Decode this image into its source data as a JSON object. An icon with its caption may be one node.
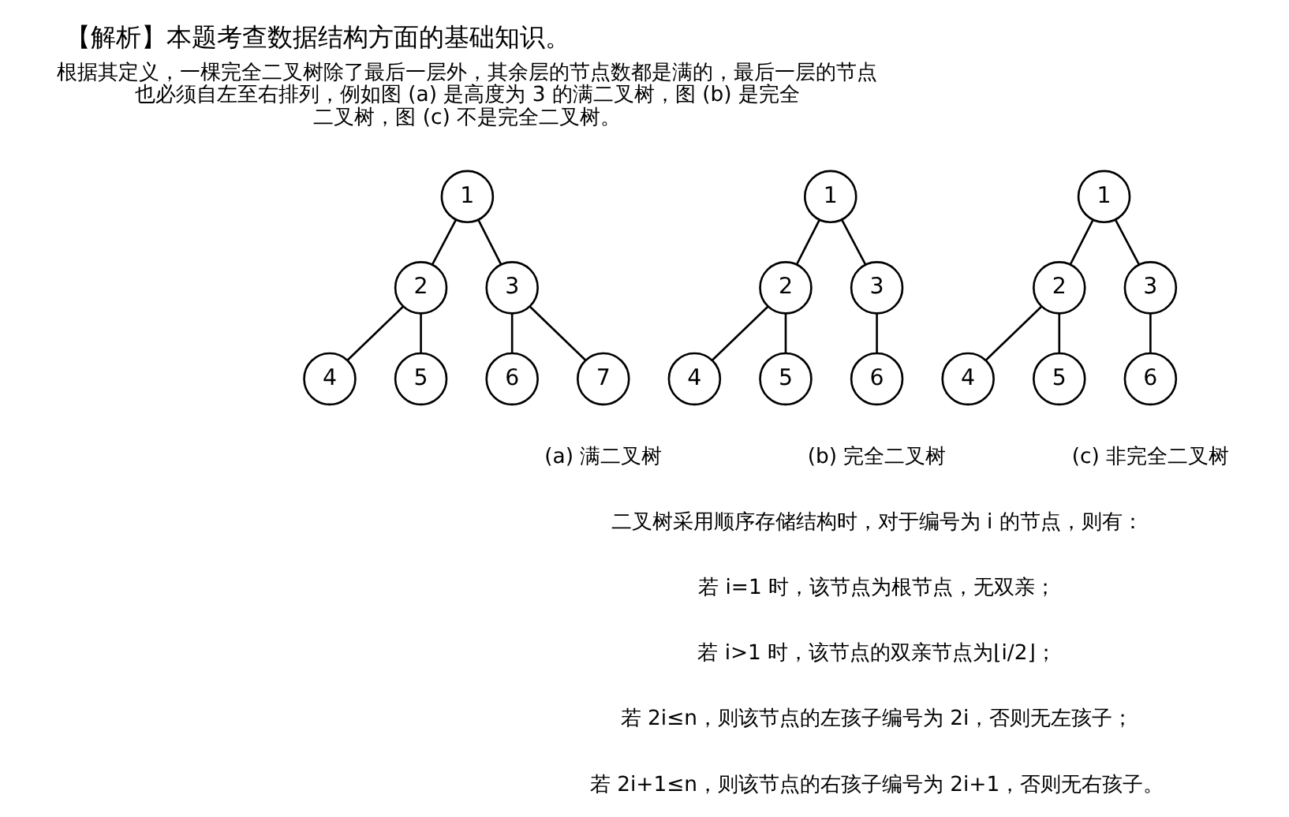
{
  "diagram": {
    "title": "【解析】本题考查数据结构方面的基础知识。",
    "nodes": [
      {
        "text": [
          "1"
        ]
      },
      {
        "text": [
          "2"
        ]
      },
      {
        "text": [
          "3"
        ]
      },
      {
        "text": [
          "4"
        ]
      },
      {
        "text": [
          "5"
        ]
      },
      {
        "text": [
          "6"
        ]
      },
      {
        "text": [
          "7"
        ]
      },
      {
        "text": [
          "1"
        ]
      },
      {
        "text": [
          "2"
        ]
      },
      {
        "text": [
          "3"
        ]
      },
      {
        "text": [
          "4"
        ]
      },
      {
        "text": [
          "5"
        ]
      },
      {
        "text": [
          "6"
        ]
      },
      {
        "text": [
          "1"
        ]
      },
      {
        "text": [
          "2"
        ]
      },
      {
        "text": [
          "3"
        ]
      },
      {
        "text": [
          "4"
        ]
      },
      {
        "text": [
          "5"
        ]
      },
      {
        "text": [
          "6"
        ]
      }
    ],
    "edges": [
      {
        "from": 0,
        "to": 1,
        "arrow": "none"
      },
      {
        "from": 0,
        "to": 2,
        "arrow": "none"
      },
      {
        "from": 1,
        "to": 3,
        "arrow": "none"
      },
      {
        "from": 1,
        "to": 4,
        "arrow": "none"
      },
      {
        "from": 2,
        "to": 5,
        "arrow": "none"
      },
      {
        "from": 2,
        "to": 6,
        "arrow": "none"
      },
      {
        "from": 7,
        "to": 8,
        "arrow": "none"
      },
      {
        "from": 7,
        "to": 9,
        "arrow": "none"
      },
      {
        "from": 8,
        "to": 10,
        "arrow": "none"
      },
      {
        "from": 8,
        "to": 11,
        "arrow": "none"
      },
      {
        "from": 9,
        "to": 12,
        "arrow": "none"
      },
      {
        "from": 13,
        "to": 14,
        "arrow": "none"
      },
      {
        "from": 13,
        "to": 15,
        "arrow": "none"
      },
      {
        "from": 14,
        "to": 16,
        "arrow": "none"
      },
      {
        "from": 14,
        "to": 17,
        "arrow": "none"
      },
      {
        "from": 15,
        "to": 18,
        "arrow": "none"
      }
    ],
    "labels": [
      "根据其定义，一棵完全二叉树除了最后一层外，其余层的节点数都是满的，最后一层的节点也必须自左至右排列，例如图 (a) 是高度为 3 的满二叉树，图 (b) 是完全二叉树，图 (c) 不是完全二叉树。",
      "(a) 满二叉树",
      "(b) 完全二叉树",
      "(c) 非完全二叉树",
      "二叉树采用顺序存储结构时，对于编号为 i 的节点，则有：",
      "若 i=1 时，该节点为根节点，无双亲；",
      "若 i>1 时，该节点的双亲节点为⌊i/2⌋；",
      "若 2i≤n，则该节点的左孩子编号为 2i，否则无左孩子；",
      "若 2i+1≤n，则该节点的右孩子编号为 2i+1，否则无右孩子。"
    ]
  }
}
